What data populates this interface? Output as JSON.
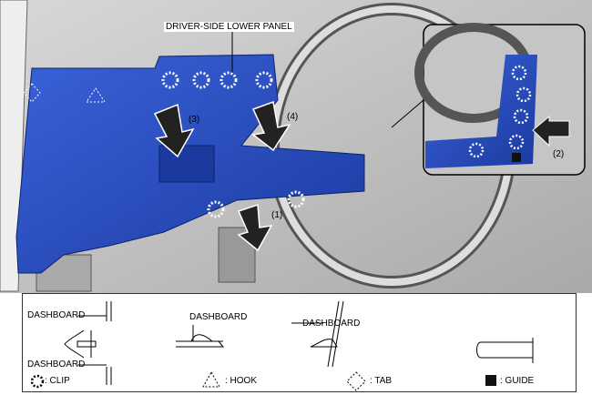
{
  "callout_title": "DRIVER-SIDE LOWER PANEL",
  "steps": [
    "(1)",
    "(2)",
    "(3)",
    "(4)"
  ],
  "legend": {
    "clip_diagram": {
      "top_label": "DASHBOARD",
      "bottom_label": "DASHBOARD"
    },
    "hook_diagram": {
      "label": "DASHBOARD"
    },
    "tab_diagram": {
      "label": "DASHBOARD"
    },
    "items": [
      {
        "icon": "dotted-circle-icon",
        "label": ": CLIP"
      },
      {
        "icon": "dotted-triangle-icon",
        "label": ": HOOK"
      },
      {
        "icon": "dotted-diamond-icon",
        "label": ": TAB"
      },
      {
        "icon": "black-square-icon",
        "label": ": GUIDE"
      }
    ]
  },
  "colors": {
    "panel": "#2a4fc4",
    "background": "#c9c9c9"
  }
}
